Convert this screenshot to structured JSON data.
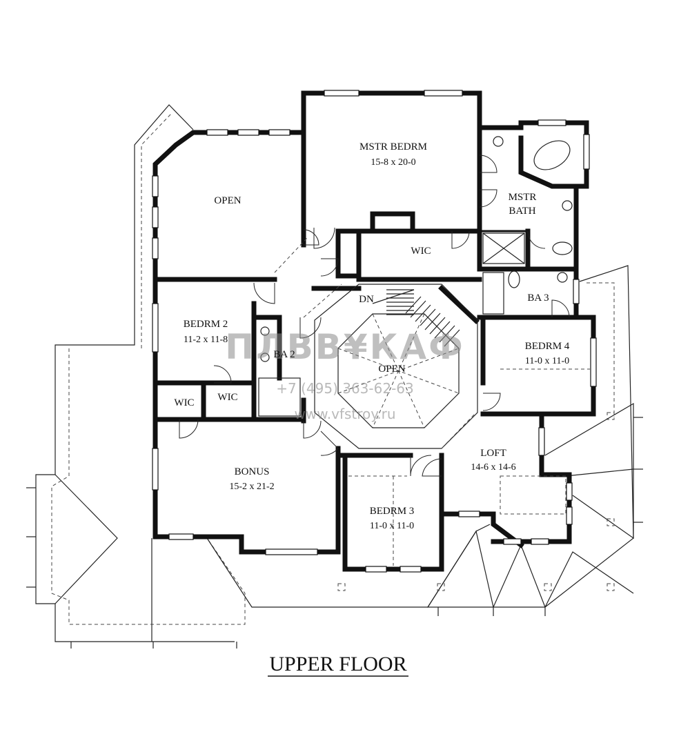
{
  "plan_title": "UPPER FLOOR",
  "rooms": {
    "open_left": {
      "name": "OPEN"
    },
    "mstr_bedrm": {
      "name": "MSTR BEDRM",
      "size": "15-8 x 20-0"
    },
    "mstr_bath": {
      "name_line1": "MSTR",
      "name_line2": "BATH"
    },
    "wic_master": {
      "name": "WIC"
    },
    "bedrm2": {
      "name": "BEDRM 2",
      "size": "11-2 x 11-8"
    },
    "ba2": {
      "name": "BA 2"
    },
    "open_center": {
      "name": "OPEN"
    },
    "stair_dn": {
      "name": "DN"
    },
    "ba3": {
      "name": "BA 3"
    },
    "bedrm4": {
      "name": "BEDRM 4",
      "size": "11-0 x 11-0"
    },
    "wic_a": {
      "name": "WIC"
    },
    "wic_b": {
      "name": "WIC"
    },
    "bonus": {
      "name": "BONUS",
      "size": "15-2 x 21-2"
    },
    "bedrm3": {
      "name": "BEDRM 3",
      "size": "11-0 x 11-0"
    },
    "loft": {
      "name": "LOFT",
      "size": "14-6 x 14-6"
    }
  },
  "watermark": {
    "brand": "ПЛВВ¥КАФ",
    "phone": "+7 (495) 363-62-63",
    "url": "www.vfstroy.ru"
  }
}
